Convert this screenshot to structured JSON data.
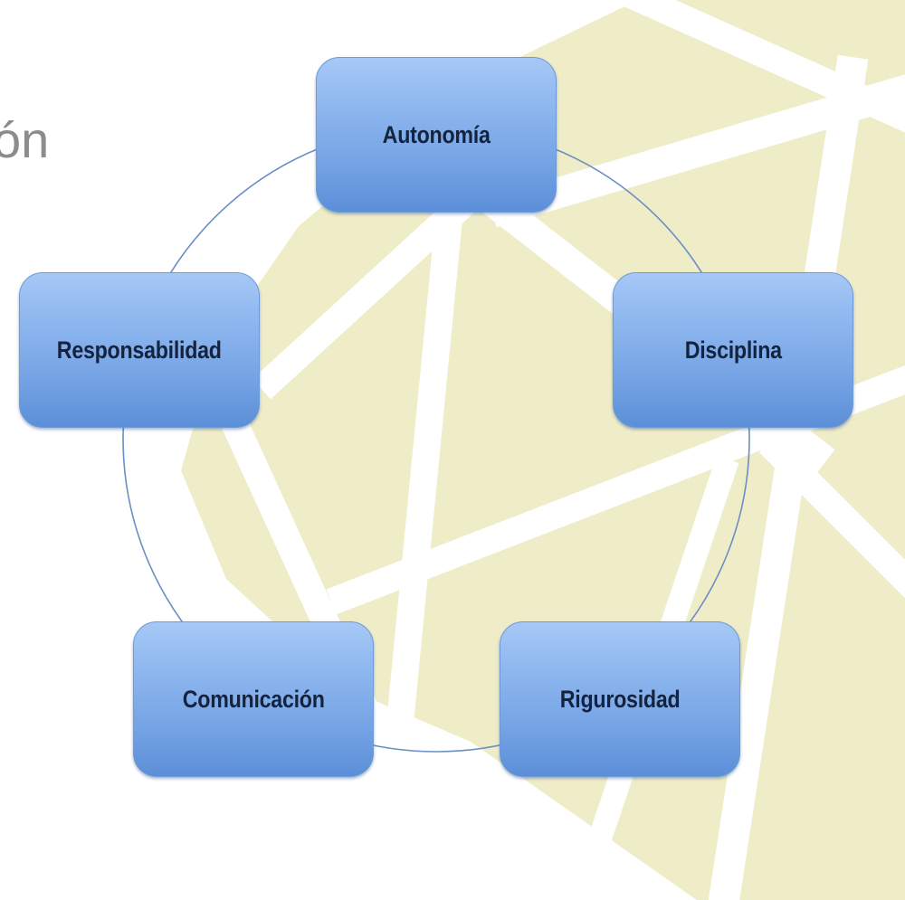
{
  "slide": {
    "title_fragment": "ón",
    "background_colors": {
      "accent": "#efecc8",
      "stripe": "#ffffff"
    }
  },
  "diagram": {
    "type": "cycle",
    "ring_color": "#6a8fc4",
    "node_colors": {
      "top": "#a6c8f6",
      "bottom": "#5b8fd8",
      "text": "#14233f"
    },
    "nodes": [
      {
        "id": "autonomia",
        "label": "Autonomía"
      },
      {
        "id": "disciplina",
        "label": "Disciplina"
      },
      {
        "id": "rigurosidad",
        "label": "Rigurosidad"
      },
      {
        "id": "comunicacion",
        "label": "Comunicación"
      },
      {
        "id": "responsabilidad",
        "label": "Responsabilidad"
      }
    ]
  }
}
